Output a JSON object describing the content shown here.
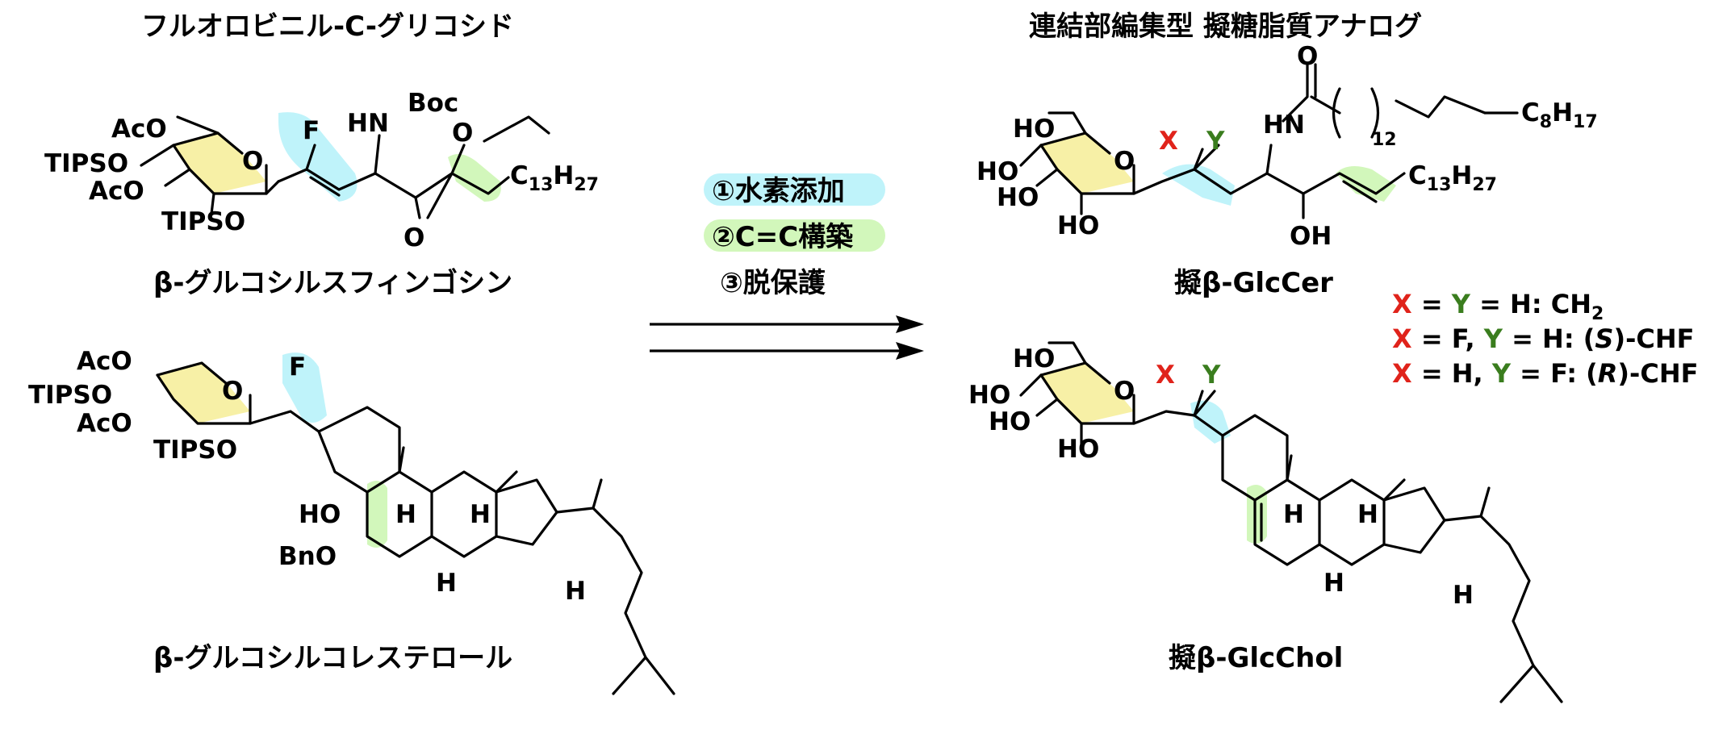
{
  "headings": {
    "left_top": "フルオロビニル-C-グリコシド",
    "right_top": "連結部編集型 擬糖脂質アナログ"
  },
  "compounds": {
    "sm1_name": "β-グルコシルスフィンゴシン",
    "sm2_name": "β-グルコシルコレステロール",
    "p1_name": "擬β-GlcCer",
    "p2_name": "擬β-GlcChol"
  },
  "steps": [
    "①水素添加",
    "②C=C構築",
    "③脱保護"
  ],
  "legend": [
    {
      "x": "X",
      "eq1": " = ",
      "y": "Y",
      "eq2": " = H: CH",
      "sub": "2",
      "tail": ""
    },
    {
      "x": "X",
      "eq1": " = F, ",
      "y": "Y",
      "eq2": " = H: (",
      "ital": "S",
      "tail": ")-CHF"
    },
    {
      "x": "X",
      "eq1": " = H, ",
      "y": "Y",
      "eq2": " = F: (",
      "ital": "R",
      "tail": ")-CHF"
    }
  ],
  "atoms": {
    "AcO": "AcO",
    "TIPSO": "TIPSO",
    "HO": "HO",
    "OH": "OH",
    "BnO": "BnO",
    "O": "O",
    "F": "F",
    "H": "H",
    "HN": "HN",
    "Boc": "Boc",
    "C": "C",
    "X": "X",
    "Y": "Y",
    "n13": "13",
    "n27": "27",
    "n12": "12",
    "n8": "8",
    "n17": "17"
  },
  "colors": {
    "x_red": "#e0231b",
    "y_green": "#3a7d1e",
    "highlight_cyan": "#bff3fa",
    "highlight_green": "#d2f7bb",
    "sugar_yellow": "#f7f0a6"
  }
}
